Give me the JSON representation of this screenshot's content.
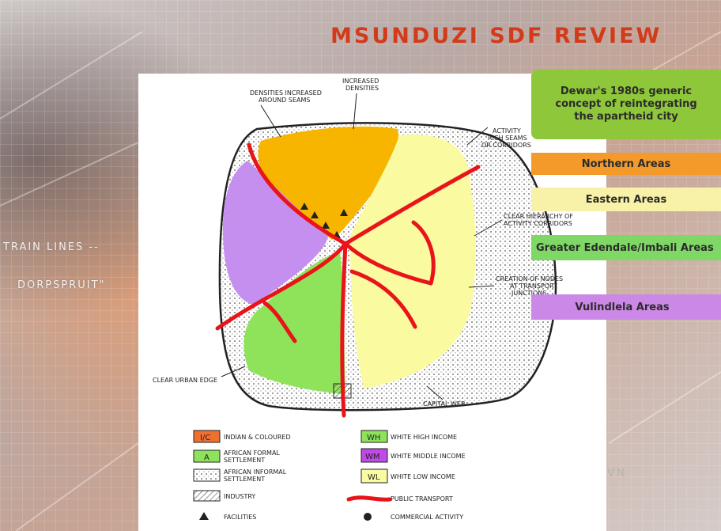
{
  "slide": {
    "title": "MSUNDUZI SDF REVIEW",
    "left_labels": [
      "TRAIN LINES",
      "DORPSPRUIT"
    ],
    "faint_label": "VN"
  },
  "boxes": {
    "heading": "Dewar's 1980s generic concept of reintegrating the apartheid city",
    "northern": "Northern Areas",
    "eastern": "Eastern Areas",
    "edendale": "Greater Edendale/Imbali Areas",
    "vulindlela": "Vulindlela Areas"
  },
  "diagram": {
    "annotations": {
      "densities_seams": [
        "DENSITIES INCREASED",
        "AROUND SEAMS"
      ],
      "increased_densities": [
        "INCREASED",
        "DENSITIES"
      ],
      "activity_seams": [
        "ACTIVITY",
        "RICH SEAMS",
        "OR CORRIDORS"
      ],
      "hierarchy": [
        "CLEAR HIERARCHY OF",
        "ACTIVITY CORRIDORS"
      ],
      "nodes": [
        "CREATION OF NODES",
        "AT TRANSPORT",
        "JUNCTIONS"
      ],
      "urban_edge": "CLEAR URBAN EDGE",
      "capital_web": "CAPITAL WEB"
    },
    "legend": [
      {
        "code": "I/C",
        "label": "INDIAN & COLOURED"
      },
      {
        "code": "A",
        "label": [
          "AFRICAN FORMAL",
          "SETTLEMENT"
        ]
      },
      {
        "code": "",
        "label": [
          "AFRICAN INFORMAL",
          "SETTLEMENT"
        ]
      },
      {
        "code": "",
        "label": "INDUSTRY"
      },
      {
        "code": "",
        "label": "FACILITIES"
      },
      {
        "code": "WH",
        "label": "WHITE HIGH INCOME"
      },
      {
        "code": "WM",
        "label": "WHITE MIDDLE INCOME"
      },
      {
        "code": "WL",
        "label": "WHITE LOW INCOME"
      },
      {
        "code": "",
        "label": "PUBLIC TRANSPORT"
      },
      {
        "code": "",
        "label": "COMMERCIAL ACTIVITY"
      }
    ],
    "colors": {
      "northern": "#f7b500",
      "eastern": "#fafaa0",
      "edendale": "#8ee35a",
      "vulindlela": "#c58ff0",
      "transport": "#e8141a"
    }
  }
}
